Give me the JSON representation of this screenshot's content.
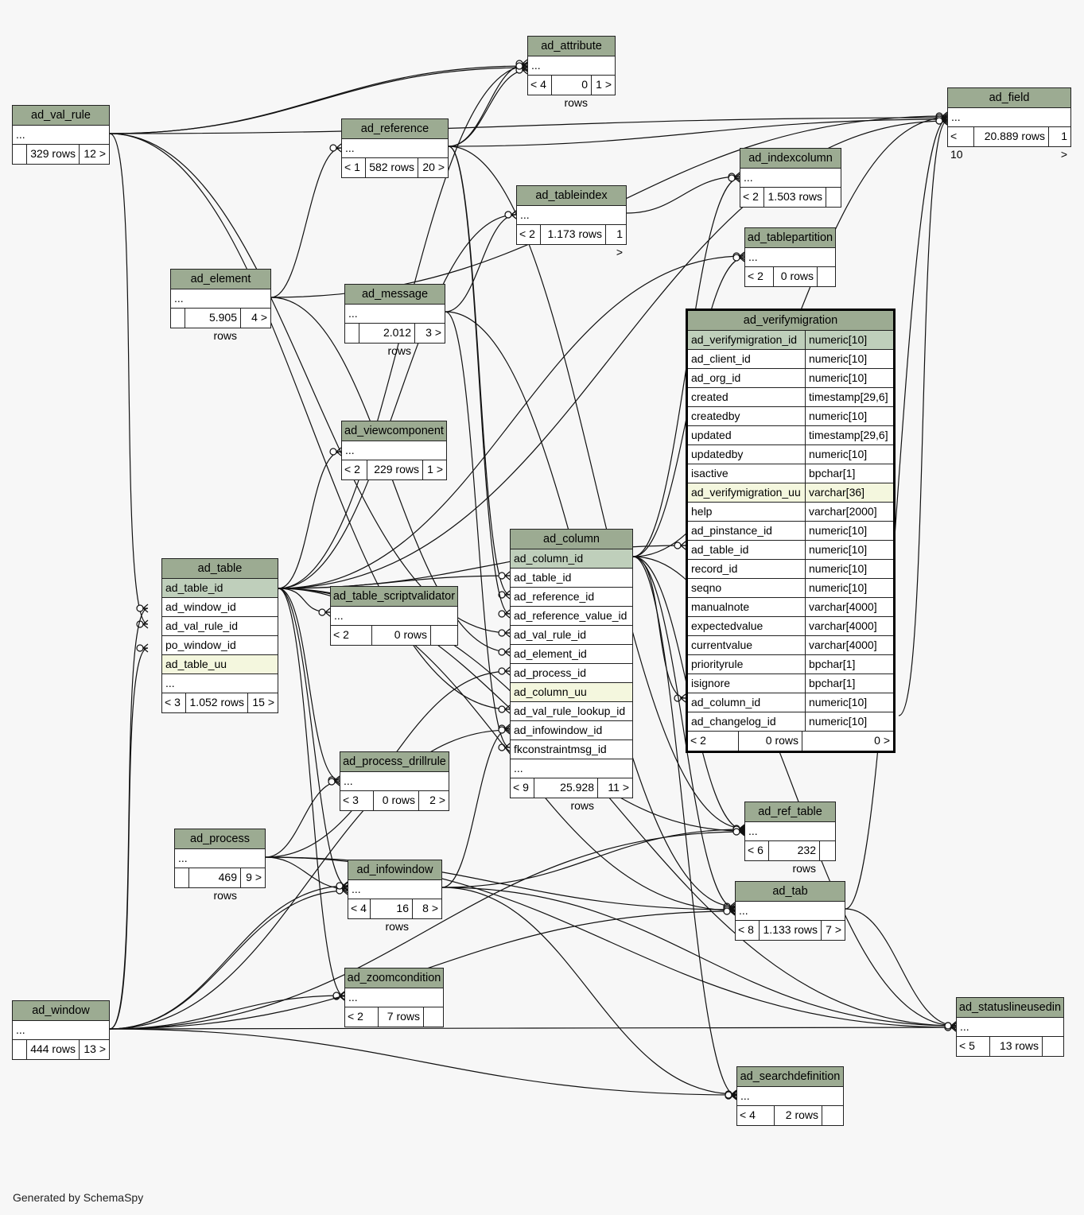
{
  "footer": "Generated by SchemaSpy",
  "tables": {
    "ad_attribute": {
      "name": "ad_attribute",
      "ellipsis": "...",
      "parents": "< 4",
      "rows": "0 rows",
      "children": "1 >"
    },
    "ad_field": {
      "name": "ad_field",
      "ellipsis": "...",
      "parents": "< 10",
      "rows": "20.889 rows",
      "children": "1 >"
    },
    "ad_val_rule": {
      "name": "ad_val_rule",
      "ellipsis": "...",
      "parents": "",
      "rows": "329 rows",
      "children": "12 >"
    },
    "ad_reference": {
      "name": "ad_reference",
      "ellipsis": "...",
      "parents": "< 1",
      "rows": "582 rows",
      "children": "20 >"
    },
    "ad_indexcolumn": {
      "name": "ad_indexcolumn",
      "ellipsis": "...",
      "parents": "< 2",
      "rows": "1.503 rows",
      "children": ""
    },
    "ad_tableindex": {
      "name": "ad_tableindex",
      "ellipsis": "...",
      "parents": "< 2",
      "rows": "1.173 rows",
      "children": "1 >"
    },
    "ad_tablepartition": {
      "name": "ad_tablepartition",
      "ellipsis": "...",
      "parents": "< 2",
      "rows": "0 rows",
      "children": ""
    },
    "ad_element": {
      "name": "ad_element",
      "ellipsis": "...",
      "parents": "",
      "rows": "5.905 rows",
      "children": "4 >"
    },
    "ad_message": {
      "name": "ad_message",
      "ellipsis": "...",
      "parents": "",
      "rows": "2.012 rows",
      "children": "3 >"
    },
    "ad_viewcomponent": {
      "name": "ad_viewcomponent",
      "ellipsis": "...",
      "parents": "< 2",
      "rows": "229 rows",
      "children": "1 >"
    },
    "ad_table": {
      "name": "ad_table",
      "columns": [
        "ad_table_id",
        "ad_window_id",
        "ad_val_rule_id",
        "po_window_id",
        "ad_table_uu"
      ],
      "ellipsis": "...",
      "parents": "< 3",
      "rows": "1.052 rows",
      "children": "15 >"
    },
    "ad_table_scriptvalidator": {
      "name": "ad_table_scriptvalidator",
      "ellipsis": "...",
      "parents": "< 2",
      "rows": "0 rows",
      "children": ""
    },
    "ad_column": {
      "name": "ad_column",
      "columns": [
        "ad_column_id",
        "ad_table_id",
        "ad_reference_id",
        "ad_reference_value_id",
        "ad_val_rule_id",
        "ad_element_id",
        "ad_process_id",
        "ad_column_uu",
        "ad_val_rule_lookup_id",
        "ad_infowindow_id",
        "fkconstraintmsg_id"
      ],
      "ellipsis": "...",
      "parents": "< 9",
      "rows": "25.928 rows",
      "children": "11 >"
    },
    "ad_process_drillrule": {
      "name": "ad_process_drillrule",
      "ellipsis": "...",
      "parents": "< 3",
      "rows": "0 rows",
      "children": "2 >"
    },
    "ad_process": {
      "name": "ad_process",
      "ellipsis": "...",
      "parents": "",
      "rows": "469 rows",
      "children": "9 >"
    },
    "ad_infowindow": {
      "name": "ad_infowindow",
      "ellipsis": "...",
      "parents": "< 4",
      "rows": "16 rows",
      "children": "8 >"
    },
    "ad_zoomcondition": {
      "name": "ad_zoomcondition",
      "ellipsis": "...",
      "parents": "< 2",
      "rows": "7 rows",
      "children": ""
    },
    "ad_window": {
      "name": "ad_window",
      "ellipsis": "...",
      "parents": "",
      "rows": "444 rows",
      "children": "13 >"
    },
    "ad_ref_table": {
      "name": "ad_ref_table",
      "ellipsis": "...",
      "parents": "< 6",
      "rows": "232 rows",
      "children": ""
    },
    "ad_tab": {
      "name": "ad_tab",
      "ellipsis": "...",
      "parents": "< 8",
      "rows": "1.133 rows",
      "children": "7 >"
    },
    "ad_statuslineusedin": {
      "name": "ad_statuslineusedin",
      "ellipsis": "...",
      "parents": "< 5",
      "rows": "13 rows",
      "children": ""
    },
    "ad_searchdefinition": {
      "name": "ad_searchdefinition",
      "ellipsis": "...",
      "parents": "< 4",
      "rows": "2 rows",
      "children": ""
    },
    "ad_verifymigration": {
      "name": "ad_verifymigration",
      "columns": [
        [
          "ad_verifymigration_id",
          "numeric[10]"
        ],
        [
          "ad_client_id",
          "numeric[10]"
        ],
        [
          "ad_org_id",
          "numeric[10]"
        ],
        [
          "created",
          "timestamp[29,6]"
        ],
        [
          "createdby",
          "numeric[10]"
        ],
        [
          "updated",
          "timestamp[29,6]"
        ],
        [
          "updatedby",
          "numeric[10]"
        ],
        [
          "isactive",
          "bpchar[1]"
        ],
        [
          "ad_verifymigration_uu",
          "varchar[36]"
        ],
        [
          "help",
          "varchar[2000]"
        ],
        [
          "ad_pinstance_id",
          "numeric[10]"
        ],
        [
          "ad_table_id",
          "numeric[10]"
        ],
        [
          "record_id",
          "numeric[10]"
        ],
        [
          "seqno",
          "numeric[10]"
        ],
        [
          "manualnote",
          "varchar[4000]"
        ],
        [
          "expectedvalue",
          "varchar[4000]"
        ],
        [
          "currentvalue",
          "varchar[4000]"
        ],
        [
          "priorityrule",
          "bpchar[1]"
        ],
        [
          "isignore",
          "bpchar[1]"
        ],
        [
          "ad_column_id",
          "numeric[10]"
        ],
        [
          "ad_changelog_id",
          "numeric[10]"
        ]
      ],
      "parents": "< 2",
      "rows": "0 rows",
      "children": "0 >"
    }
  }
}
